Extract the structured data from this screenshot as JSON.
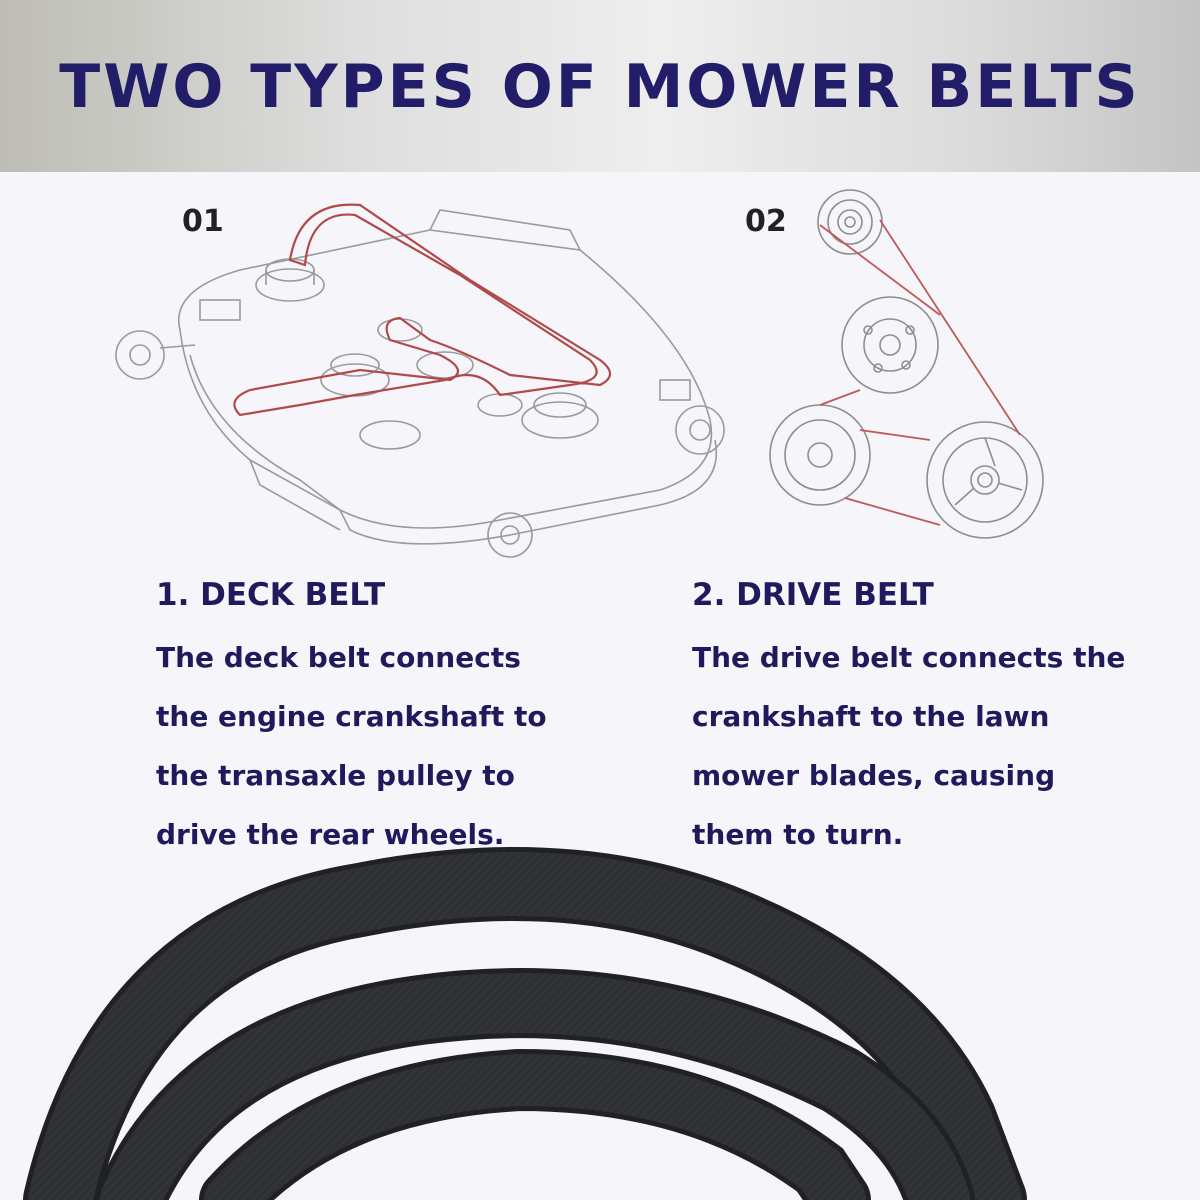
{
  "banner": {
    "title": "TWO TYPES OF MOWER BELTS"
  },
  "section1": {
    "number": "01",
    "heading": "1. DECK BELT",
    "lines": [
      "The deck belt connects",
      "the engine crankshaft to",
      "the transaxle pulley to",
      "drive the rear wheels."
    ]
  },
  "section2": {
    "number": "02",
    "heading": "2. DRIVE BELT",
    "lines": [
      "The drive belt connects the",
      "crankshaft to the lawn",
      "mower blades, causing",
      "them to turn."
    ]
  },
  "colors": {
    "title": "#211d68",
    "text": "#1e1a5c",
    "belt_line": "#b04a4a",
    "belt_rubber": "#2e3034"
  }
}
